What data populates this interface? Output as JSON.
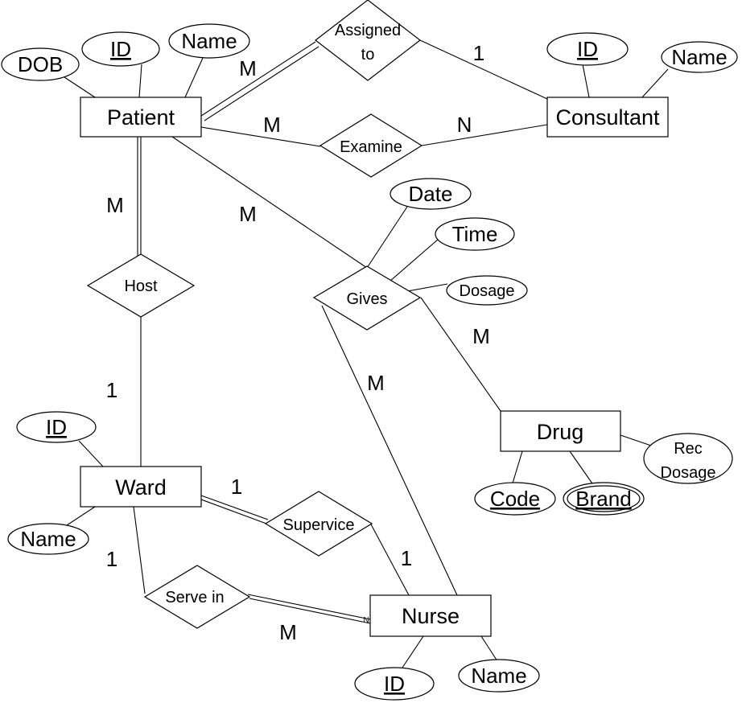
{
  "entities": {
    "patient": "Patient",
    "consultant": "Consultant",
    "ward": "Ward",
    "nurse": "Nurse",
    "drug": "Drug"
  },
  "relationships": {
    "assigned_to_line1": "Assigned",
    "assigned_to_line2": "to",
    "examine": "Examine",
    "host": "Host",
    "gives": "Gives",
    "supervice": "Supervice",
    "serve_in": "Serve in"
  },
  "attributes": {
    "patient_dob": "DOB",
    "patient_id": "ID",
    "patient_name": "Name",
    "consultant_id": "ID",
    "consultant_name": "Name",
    "gives_date": "Date",
    "gives_time": "Time",
    "gives_dosage": "Dosage",
    "drug_code": "Code",
    "drug_brand": "Brand",
    "drug_rec_dosage_line1": "Rec",
    "drug_rec_dosage_line2": "Dosage",
    "ward_id": "ID",
    "ward_name": "Name",
    "nurse_id": "ID",
    "nurse_name": "Name"
  },
  "cardinalities": {
    "patient_assigned": "M",
    "consultant_assigned": "1",
    "patient_examine": "M",
    "consultant_examine": "N",
    "patient_host": "M",
    "ward_host": "1",
    "patient_gives": "M",
    "drug_gives": "M",
    "nurse_gives": "M",
    "ward_supervice": "1",
    "nurse_supervice": "1",
    "ward_serve": "1",
    "nurse_serve": "M",
    "nurse_serve_small": "N"
  }
}
